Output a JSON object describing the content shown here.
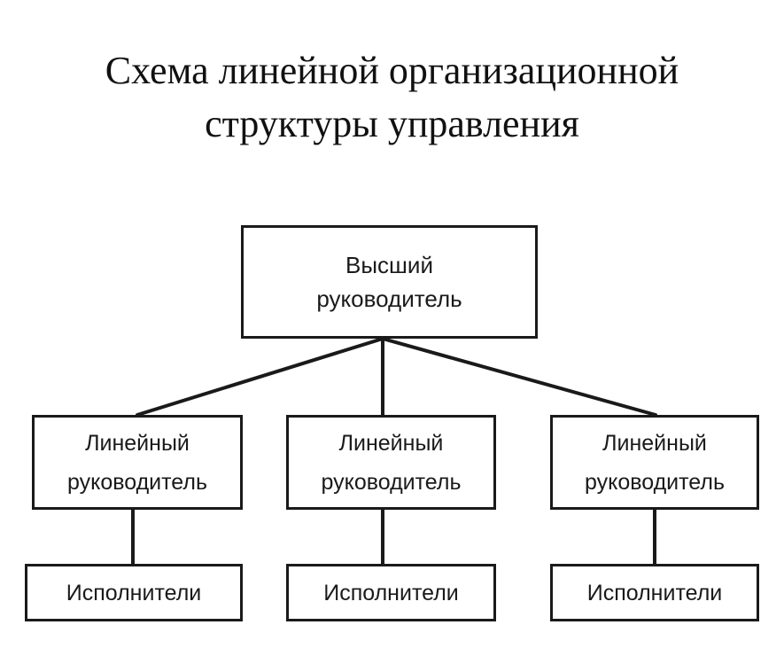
{
  "title": {
    "line1": "Схема линейной организационной",
    "line2": "структуры управления"
  },
  "top": {
    "line1": "Высший",
    "line2": "руководитель"
  },
  "middle": [
    {
      "line1": "Линейный",
      "line2": "руководитель"
    },
    {
      "line1": "Линейный",
      "line2": "руководитель"
    },
    {
      "line1": "Линейный",
      "line2": "руководитель"
    }
  ],
  "bottom": [
    {
      "label": "Исполнители"
    },
    {
      "label": "Исполнители"
    },
    {
      "label": "Исполнители"
    }
  ]
}
